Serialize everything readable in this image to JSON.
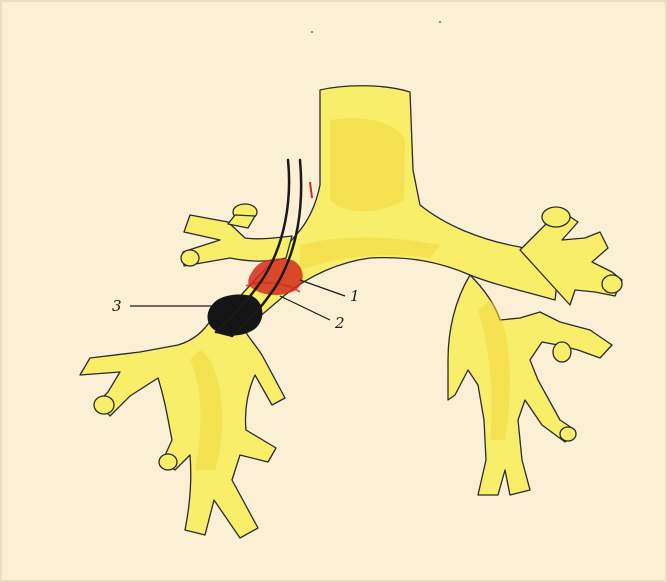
{
  "labels": {
    "one": "1",
    "two": "2",
    "three": "3"
  },
  "colors": {
    "paper": "#fbefd6",
    "paper_edge": "#e9dcc2",
    "airway_fill": "#f9ee6a",
    "airway_shade": "#f2d840",
    "outline": "#2a2a2a",
    "red_mass": "#d42a1e",
    "black_mass": "#151515",
    "tube": "#1a1a1a"
  }
}
